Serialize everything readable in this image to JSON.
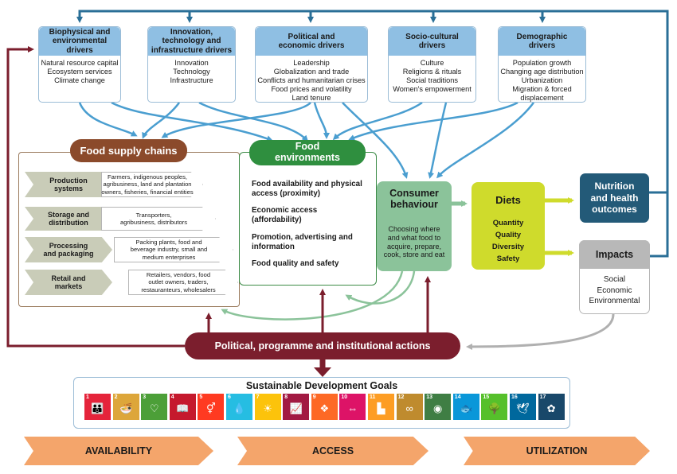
{
  "drivers": [
    {
      "title": [
        "Biophysical and",
        "environmental",
        "drivers"
      ],
      "items": [
        "Natural resource capital",
        "Ecosystem services",
        "Climate change"
      ]
    },
    {
      "title": [
        "Innovation,",
        "technology and",
        "infrastructure drivers"
      ],
      "items": [
        "Innovation",
        "Technology",
        "Infrastructure"
      ]
    },
    {
      "title": [
        "Political and",
        "economic drivers"
      ],
      "items": [
        "Leadership",
        "Globalization and trade",
        "Conflicts and humanitarian crises",
        "Food prices and volatility",
        "Land tenure"
      ]
    },
    {
      "title": [
        "Socio-cultural",
        "drivers"
      ],
      "items": [
        "Culture",
        "Religions & rituals",
        "Social traditions",
        "Women's empowerment"
      ]
    },
    {
      "title": [
        "Demographic",
        "drivers"
      ],
      "items": [
        "Population growth",
        "Changing age distribution",
        "Urbanization",
        "Migration & forced",
        "displacement"
      ]
    }
  ],
  "supply_chains": {
    "title": "Food supply chains",
    "stages": [
      {
        "label": [
          "Production",
          "systems"
        ],
        "text": [
          "Farmers, indigenous peoples,",
          "agribusiness, land and plantation",
          "owners, fisheries, financial entities"
        ]
      },
      {
        "label": [
          "Storage and",
          "distribution"
        ],
        "text": [
          "Transporters,",
          "agribusiness, distributors"
        ]
      },
      {
        "label": [
          "Processing",
          "and packaging"
        ],
        "text": [
          "Packing plants, food and",
          "beverage industry, small and",
          "medium enterprises"
        ]
      },
      {
        "label": [
          "Retail and",
          "markets"
        ],
        "text": [
          "Retailers, vendors, food",
          "outlet owners, traders,",
          "restauranteurs, wholesalers"
        ]
      }
    ]
  },
  "food_env": {
    "title": [
      "Food",
      "environments"
    ],
    "items": [
      [
        "Food availability and physical",
        "access (proximity)"
      ],
      [
        "Economic access",
        "(affordability)"
      ],
      [
        "Promotion, advertising and",
        "information"
      ],
      [
        "Food quality and safety"
      ]
    ]
  },
  "consumer": {
    "title": [
      "Consumer",
      "behaviour"
    ],
    "text": [
      "Choosing where",
      "and what food to",
      "acquire, prepare,",
      "cook, store and eat"
    ]
  },
  "diets": {
    "title": "Diets",
    "items": [
      "Quantity",
      "Quality",
      "Diversity",
      "Safety"
    ]
  },
  "nutrition": {
    "title": [
      "Nutrition",
      "and health",
      "outcomes"
    ]
  },
  "impacts": {
    "title": "Impacts",
    "items": [
      "Social",
      "Economic",
      "Environmental"
    ]
  },
  "policy": {
    "label": "Political, programme and institutional actions"
  },
  "sdg": {
    "title": "Sustainable Development Goals",
    "goals": [
      {
        "n": "1",
        "icon": "👪",
        "color": "#e5243b"
      },
      {
        "n": "2",
        "icon": "🍜",
        "color": "#dda63a"
      },
      {
        "n": "3",
        "icon": "♡",
        "color": "#4c9f38"
      },
      {
        "n": "4",
        "icon": "📖",
        "color": "#c5192d"
      },
      {
        "n": "5",
        "icon": "⚥",
        "color": "#ff3a21"
      },
      {
        "n": "6",
        "icon": "💧",
        "color": "#26bde2"
      },
      {
        "n": "7",
        "icon": "☀",
        "color": "#fcc30b"
      },
      {
        "n": "8",
        "icon": "📈",
        "color": "#a21942"
      },
      {
        "n": "9",
        "icon": "❖",
        "color": "#fd6925"
      },
      {
        "n": "10",
        "icon": "⇔",
        "color": "#dd1367"
      },
      {
        "n": "11",
        "icon": "▙",
        "color": "#fd9d24"
      },
      {
        "n": "12",
        "icon": "∞",
        "color": "#bf8b2e"
      },
      {
        "n": "13",
        "icon": "◉",
        "color": "#3f7e44"
      },
      {
        "n": "14",
        "icon": "🐟",
        "color": "#0a97d9"
      },
      {
        "n": "15",
        "icon": "🌳",
        "color": "#56c02b"
      },
      {
        "n": "16",
        "icon": "🕊",
        "color": "#00689d"
      },
      {
        "n": "17",
        "icon": "✿",
        "color": "#19486a"
      }
    ]
  },
  "pillars": [
    "AVAILABILITY",
    "ACCESS",
    "UTILIZATION"
  ],
  "colors": {
    "driver_header": "#8fbfe3",
    "supply_chain": "#8b4a2b",
    "food_env": "#2f8f3f",
    "consumer": "#8bc39a",
    "diets": "#cfdb2c",
    "nutrition": "#235a78",
    "policy": "#7b1e2d",
    "pillar": "#f4a56b"
  }
}
